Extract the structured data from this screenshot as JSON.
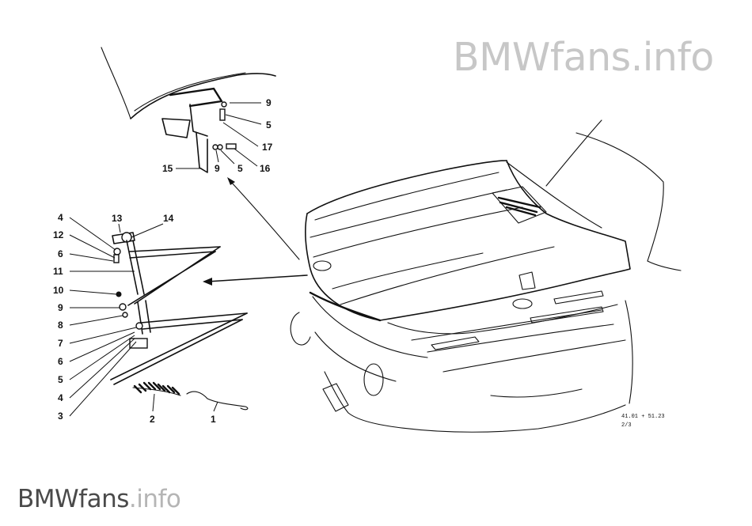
{
  "watermark_top": {
    "brand": "BMWfans",
    "tld": ".info"
  },
  "watermark_bottom": {
    "brand": "BMWfans",
    "tld": ".info"
  },
  "document_ref": {
    "line1": "41.01 + 51.23",
    "line2": "2/3"
  },
  "callouts": [
    {
      "id": "c9a",
      "label": "9"
    },
    {
      "id": "c5a",
      "label": "5"
    },
    {
      "id": "c17",
      "label": "17"
    },
    {
      "id": "c15",
      "label": "15"
    },
    {
      "id": "c9b",
      "label": "9"
    },
    {
      "id": "c5b",
      "label": "5"
    },
    {
      "id": "c16",
      "label": "16"
    },
    {
      "id": "c4a",
      "label": "4"
    },
    {
      "id": "c13",
      "label": "13"
    },
    {
      "id": "c14",
      "label": "14"
    },
    {
      "id": "c12",
      "label": "12"
    },
    {
      "id": "c6a",
      "label": "6"
    },
    {
      "id": "c11",
      "label": "11"
    },
    {
      "id": "c10",
      "label": "10"
    },
    {
      "id": "c9c",
      "label": "9"
    },
    {
      "id": "c8",
      "label": "8"
    },
    {
      "id": "c7",
      "label": "7"
    },
    {
      "id": "c6b",
      "label": "6"
    },
    {
      "id": "c5c",
      "label": "5"
    },
    {
      "id": "c4b",
      "label": "4"
    },
    {
      "id": "c3",
      "label": "3"
    },
    {
      "id": "c2",
      "label": "2"
    },
    {
      "id": "c1",
      "label": "1"
    }
  ]
}
